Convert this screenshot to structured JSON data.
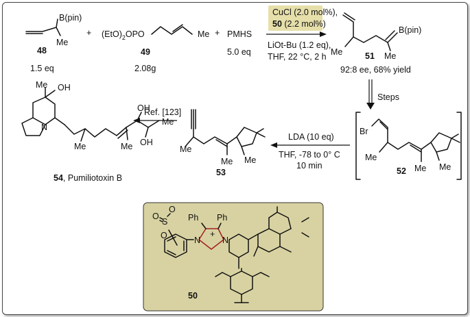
{
  "compounds": {
    "c48": {
      "group": "B(pin)",
      "me": "Me",
      "label": "48",
      "equiv": "1.5 eq"
    },
    "c49": {
      "formula_a": "(EtO)",
      "formula_sub": "2",
      "formula_b": "OPO",
      "me": "Me",
      "label": "49",
      "amount": "2.08g"
    },
    "pmhs": {
      "name": "PMHS",
      "equiv": "5.0 eq"
    },
    "c51": {
      "group": "B(pin)",
      "me1": "Me",
      "me2": "Me",
      "label": "51",
      "result": "92:8 ee, 68% yield"
    },
    "c52": {
      "br": "Br",
      "me1": "Me",
      "me2": "Me",
      "me3": "Me",
      "label": "52"
    },
    "c53": {
      "me1": "Me",
      "me2": "Me",
      "me3": "Me",
      "label": "53"
    },
    "c54": {
      "me_top": "Me",
      "oh_top": "OH",
      "n": "N",
      "me1": "Me",
      "me2": "Me",
      "oh1": "OH",
      "oh2": "OH",
      "me3": "Me",
      "label": "54",
      "name": ", Pumiliotoxin B"
    },
    "c50": {
      "ph1": "Ph",
      "ph2": "Ph",
      "o1": "O",
      "s": "S",
      "o2": "O",
      "o3": "O",
      "n1": "N",
      "n2": "N",
      "plus": "+",
      "label": "50"
    }
  },
  "plus_signs": [
    "+",
    "+",
    "+"
  ],
  "reaction1": {
    "cat1": "CuCl (2.0 mol%),",
    "cat2_bold": "50",
    "cat2_rest": " (2.2 mol%)",
    "base": "LiOt-Bu (1.2 eq),",
    "cond": "THF, 22 °C, 2 h"
  },
  "reaction2": {
    "label": "Steps"
  },
  "reaction3": {
    "reagent": "LDA (10 eq)",
    "cond1": "THF, -78 to 0° C",
    "cond2": "10 min"
  },
  "reaction4": {
    "label": "Ref. [123]"
  },
  "colors": {
    "highlight": "#e6dfaa",
    "catalyst_box": "#d8d2a2",
    "nhc_ring": "#a02020"
  }
}
